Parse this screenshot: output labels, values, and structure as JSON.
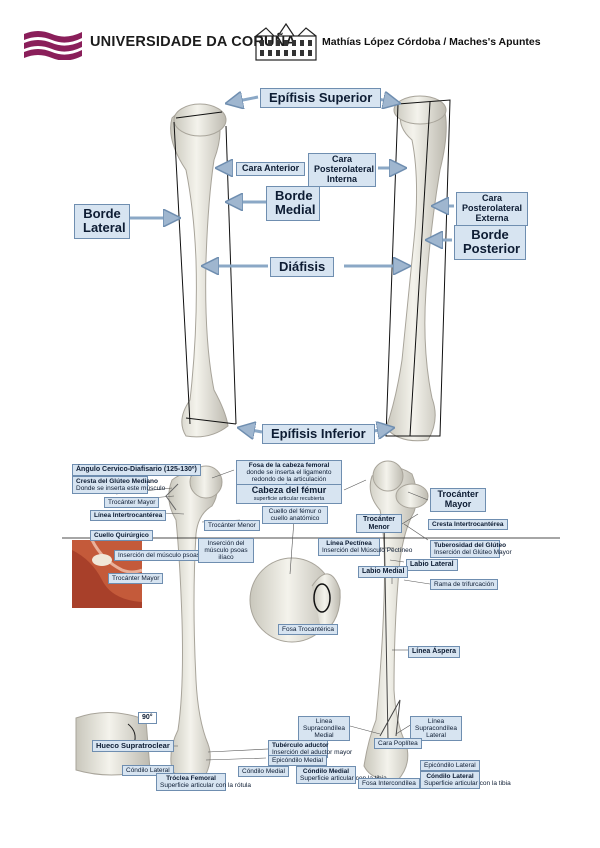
{
  "header": {
    "university": "UNIVERSIDADE DA CORUÑA",
    "author": "Mathías López Córdoba / Maches's Apuntes"
  },
  "top_figure": {
    "labels": {
      "epifisis_superior": "Epífisis Superior",
      "cara_anterior": "Cara Anterior",
      "cara_posterolateral_interna": "Cara Posterolateral Interna",
      "borde_medial": "Borde Medial",
      "borde_lateral": "Borde Lateral",
      "cara_posterolateral_externa": "Cara Posterolateral Externa",
      "borde_posterior": "Borde Posterior",
      "diafisis": "Diáfisis",
      "epifisis_inferior": "Epífisis Inferior"
    }
  },
  "bottom_figure": {
    "labels": {
      "angulo_cervico": "Ángulo Cervico-Diafisario (125-130º)",
      "cresta_gluteo": "Cresta del Glúteo Mediano",
      "cresta_gluteo_sub": "Donde se inserta este músculo",
      "trocanter_mayor_left": "Trocánter Mayor",
      "linea_intertrocanterica": "Línea Intertrocantérea",
      "cuello_quirurgico": "Cuello Quirúrgico",
      "fosa_cabeza": "Fosa de la cabeza femoral",
      "fosa_cabeza_sub": "donde se inserta el ligamento redondo de la articulación coxofemoral",
      "cabeza_femur": "Cabeza del fémur",
      "cabeza_femur_sub": "superficie articular recubierta",
      "trocanter_menor_left": "Trocánter Menor",
      "cuello_anatomico": "Cuello del fémur o cuello anatómico",
      "insercion_psoas": "Inserción del músculo psoas ilíaco",
      "fosa_trocanterica": "Fosa Trocantérica",
      "trocanter_mayor_right": "Trocánter Mayor",
      "trocanter_menor_right": "Trocánter Menor",
      "cresta_intertrocanterica": "Cresta Intertrocantérea",
      "linea_pectinea": "Línea Pectínea",
      "linea_pectinea_sub": "Inserción del Músculo Pectíneo",
      "tuberosidad_glutea": "Tuberosidad del Glúteo",
      "tuberosidad_glutea_sub": "Inserción del Glúteo Mayor",
      "labio_lateral": "Labio Lateral",
      "labio_medial": "Labio Medial",
      "rama_trifurcacion": "Rama de trifurcación",
      "linea_aspera": "Línea Áspera",
      "angle_90": "90°",
      "hueco_supratroclear": "Hueco Supratroclear",
      "condilo_lateral_left": "Cóndilo Lateral",
      "troclea_femoral": "Tróclea Femoral",
      "troclea_sub": "Superficie articular con la rótula",
      "tuberculo_aductor": "Tubérculo aductor",
      "tuberculo_sub": "Inserción del aductor mayor",
      "epicondilo_medial_left": "Epicóndilo Medial",
      "condilo_medial_left": "Cóndilo Medial",
      "linea_supracondilea_medial": "Línea Supracondílea Medial",
      "linea_supracondilea_lateral": "Línea Supracondílea Lateral",
      "cara_poplitea": "Cara Poplítea",
      "epicondilo_lateral_right": "Epicóndilo Lateral",
      "condilo_lateral_right": "Cóndilo Lateral",
      "condilo_lateral_sub": "Superficie articular con la tibia",
      "condilo_medial_right": "Cóndilo Medial",
      "condilo_medial_sub": "Superficie articular con la tibia",
      "fosa_intercondilea": "Fosa Intercondílea"
    }
  }
}
